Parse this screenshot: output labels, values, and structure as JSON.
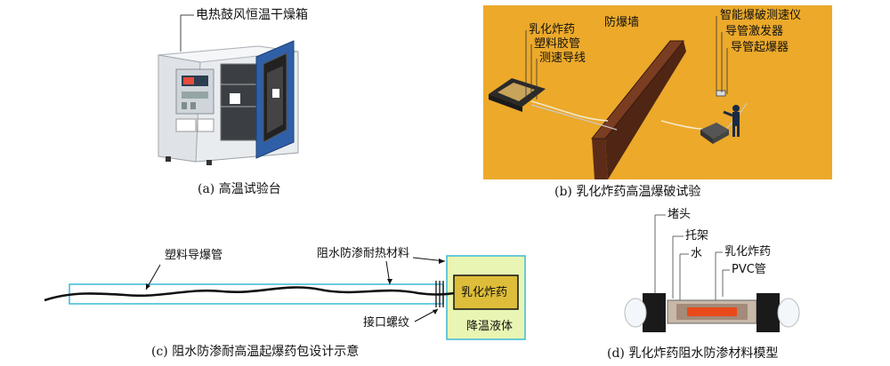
{
  "panel_a": {
    "label_oven": "电热鼓风恒温干燥箱",
    "caption": "(a) 高温试验台"
  },
  "panel_b": {
    "label_emulsion": "乳化炸药",
    "label_plastic_tube": "塑料胶管",
    "label_speed_wire": "测速导线",
    "label_wall": "防爆墙",
    "label_instrument": "智能爆破测速仪",
    "label_exciter": "导管激发器",
    "label_initiator": "导管起爆器",
    "caption": "(b) 乳化炸药高温爆破试验"
  },
  "panel_c": {
    "label_tube": "塑料导爆管",
    "label_insulation": "阻水防渗耐热材料",
    "label_explosive": "乳化炸药",
    "label_thread": "接口螺纹",
    "label_liquid": "降温液体",
    "caption": "(c) 阻水防渗耐高温起爆药包设计示意"
  },
  "panel_d": {
    "label_plug": "堵头",
    "label_bracket": "托架",
    "label_water": "水",
    "label_explosive": "乳化炸药",
    "label_pvc": "PVC管",
    "caption": "(d) 乳化炸药阻水防渗材料模型"
  }
}
